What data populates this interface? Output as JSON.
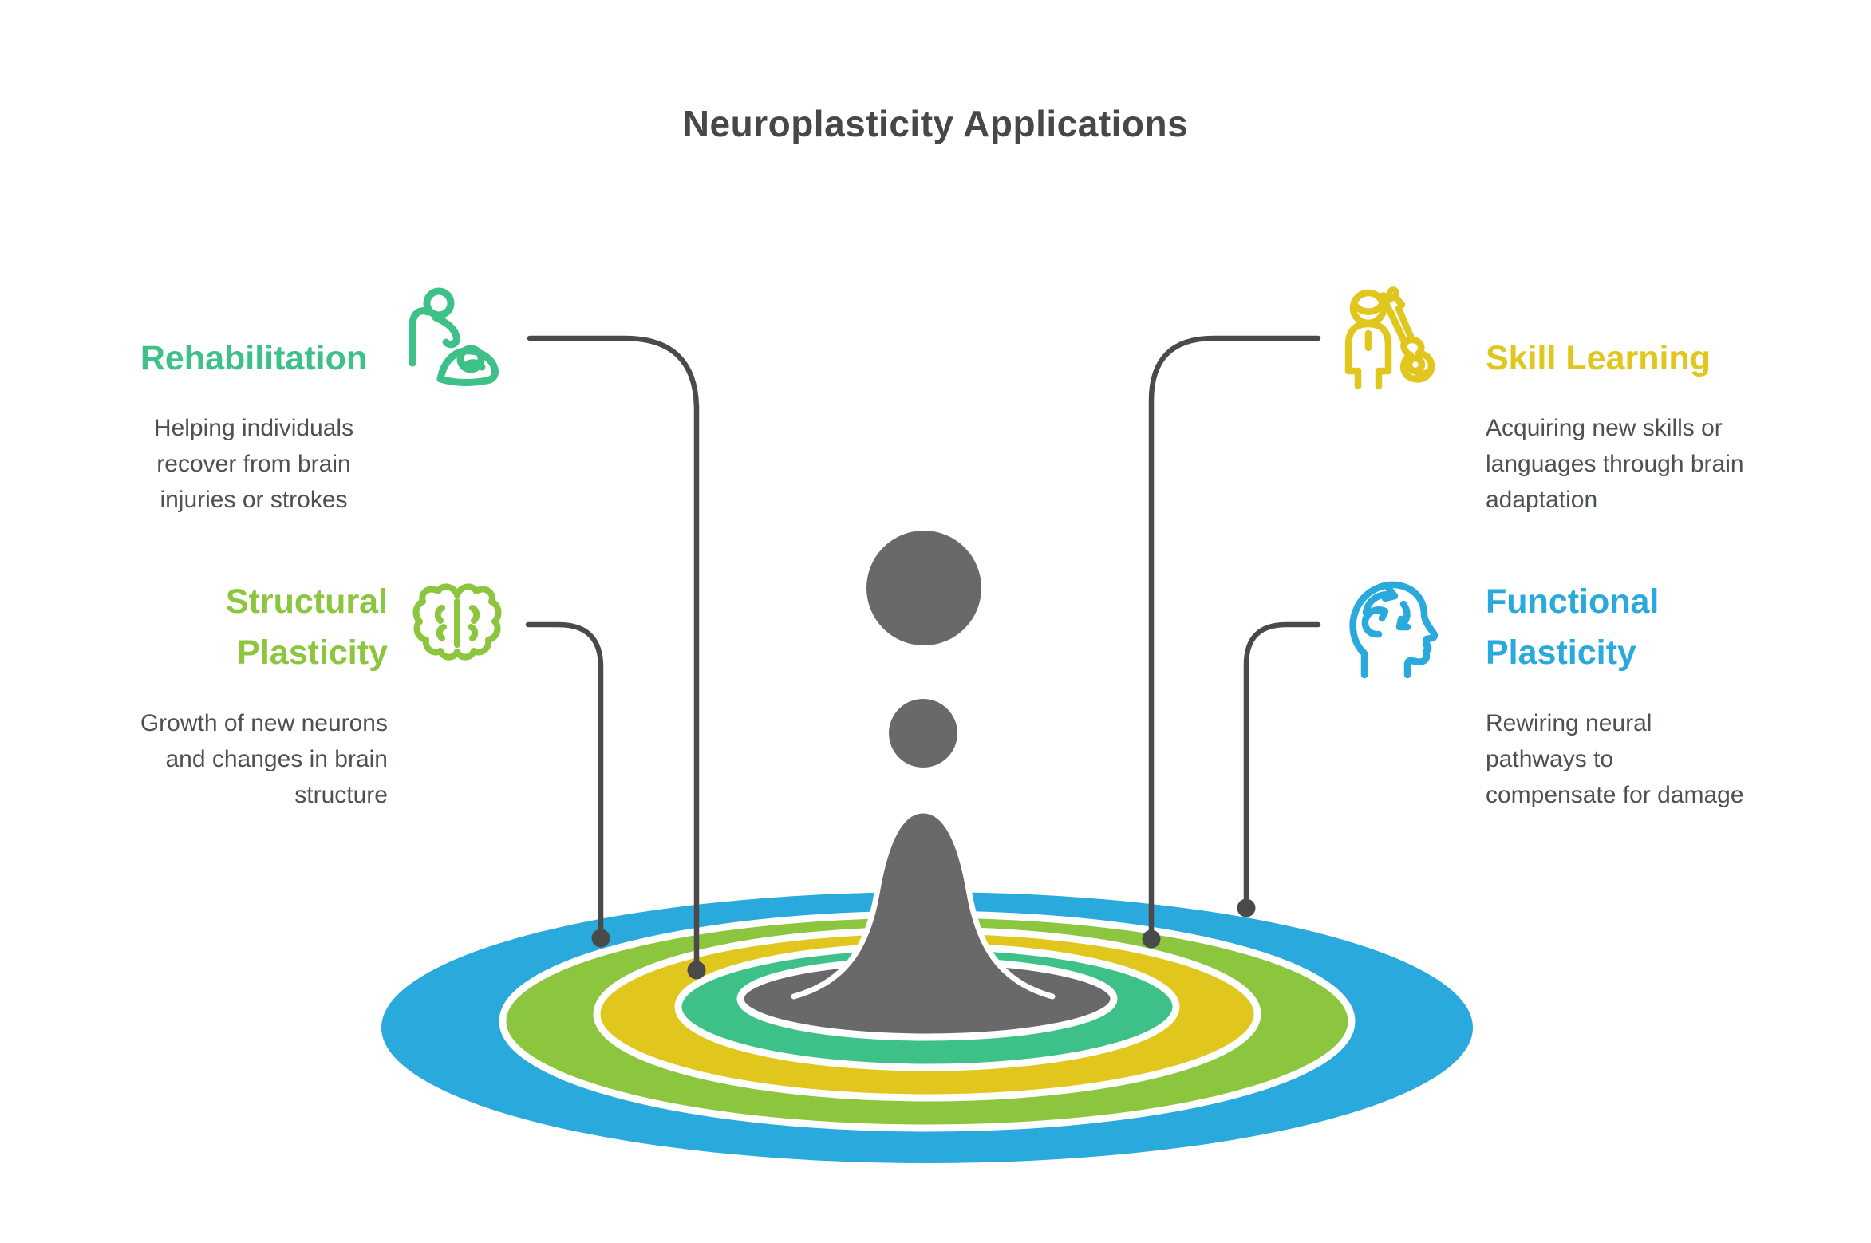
{
  "title": "Neuroplasticity Applications",
  "colors": {
    "background": "#FFFFFF",
    "title-text": "#474747",
    "body-text": "#4C524F",
    "connector": "#4A4A4A",
    "splash": "#696969",
    "ripple-blue": "#29A9DC",
    "ripple-lime": "#8CC63F",
    "ripple-yellow": "#E1C71D",
    "ripple-teal": "#3EC189",
    "ripple-gap": "#FFFFFF"
  },
  "sections": {
    "rehabilitation": {
      "label": "Rehabilitation",
      "description": "Helping individuals\nrecover from brain\ninjuries or strokes",
      "color": "#3EC189",
      "icon": "caregiver-patient-icon",
      "connected_ring": "teal"
    },
    "structural": {
      "label": "Structural\nPlasticity",
      "description": "Growth of new neurons\nand changes in brain\nstructure",
      "color": "#8CC63F",
      "icon": "brain-icon",
      "connected_ring": "lime"
    },
    "skill": {
      "label": "Skill Learning",
      "description": "Acquiring new skills or\nlanguages through brain\nadaptation",
      "color": "#E1C71D",
      "icon": "person-guitar-icon",
      "connected_ring": "yellow"
    },
    "functional": {
      "label": "Functional\nPlasticity",
      "description": "Rewiring neural\npathways to\ncompensate for damage",
      "color": "#29A9DC",
      "icon": "head-cycle-icon",
      "connected_ring": "blue"
    }
  }
}
